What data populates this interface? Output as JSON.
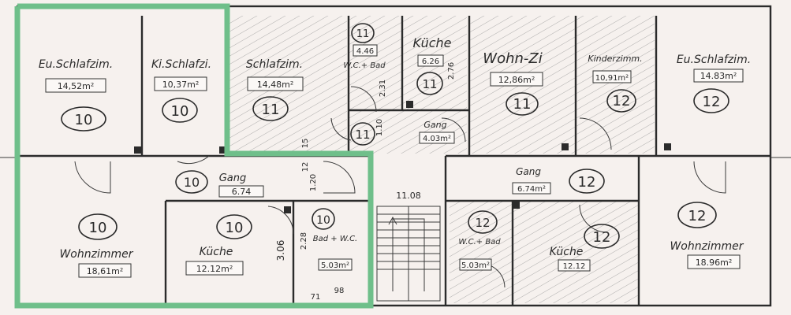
{
  "rooms": {
    "u10_bedroom_name": "Eu.Schlafzim.",
    "u10_bedroom_area": "14,52m²",
    "u10_bedroom_unit": "10",
    "u10_kidroom_name": "Ki.Schlafzi.",
    "u10_kidroom_area": "10,37m²",
    "u10_kidroom_unit": "10",
    "u11_bedroom_name": "Schlafzim.",
    "u11_bedroom_area": "14,48m²",
    "u11_bedroom_unit": "11",
    "u11_wc_unit": "11",
    "u11_wc_area": "4.46",
    "u11_wc_name": "W.C.+ Bad",
    "u11_kitchen_name": "Küche",
    "u11_kitchen_area": "6.26",
    "u11_kitchen_unit": "11",
    "u11_living_name": "Wohn-Zi",
    "u11_living_area": "12,86m²",
    "u11_living_unit": "11",
    "u11_hall_unit": "11",
    "u11_hall_name": "Gang",
    "u11_hall_area": "4.03m²",
    "u12_kidroom_name": "Kinderzimm.",
    "u12_kidroom_area": "10,91m²",
    "u12_kidroom_unit": "12",
    "u12_bedroom_name": "Eu.Schlafzim.",
    "u12_bedroom_area": "14.83m²",
    "u12_bedroom_unit": "12",
    "u10_hall_unit": "10",
    "u10_hall_name": "Gang",
    "u10_hall_area": "6.74",
    "u10_living_unit": "10",
    "u10_living_name": "Wohnzimmer",
    "u10_living_area": "18,61m²",
    "u10_kitchen_unit": "10",
    "u10_kitchen_name": "Küche",
    "u10_kitchen_area": "12.12m²",
    "u10_bath_unit": "10",
    "u10_bath_name": "Bad + W.C.",
    "u10_bath_area": "5.03m²",
    "stair_area": "11.08",
    "u12_hall_name": "Gang",
    "u12_hall_area": "6.74m²",
    "u12_hall_unit": "12",
    "u12_wc_unit": "12",
    "u12_wc_name": "W.C.+ Bad",
    "u12_wc_area": "5.03m²",
    "u12_kitchen_name": "Küche",
    "u12_kitchen_area": "12.12",
    "u12_kitchen_unit": "12",
    "u12_living_unit": "12",
    "u12_living_name": "Wohnzimmer",
    "u12_living_area": "18.96m²"
  },
  "dimensions": {
    "d_231": "2.31",
    "d_276": "2.76",
    "d_110": "1.10",
    "d_15": "15",
    "d_12": "12",
    "d_120": "1.20",
    "d_306": "3.06",
    "d_228": "2.28",
    "d_98": "98",
    "d_71": "71"
  },
  "colors": {
    "highlight": "#6fbf8a",
    "line": "#2b2b2b",
    "paper": "#f6f1ee"
  }
}
